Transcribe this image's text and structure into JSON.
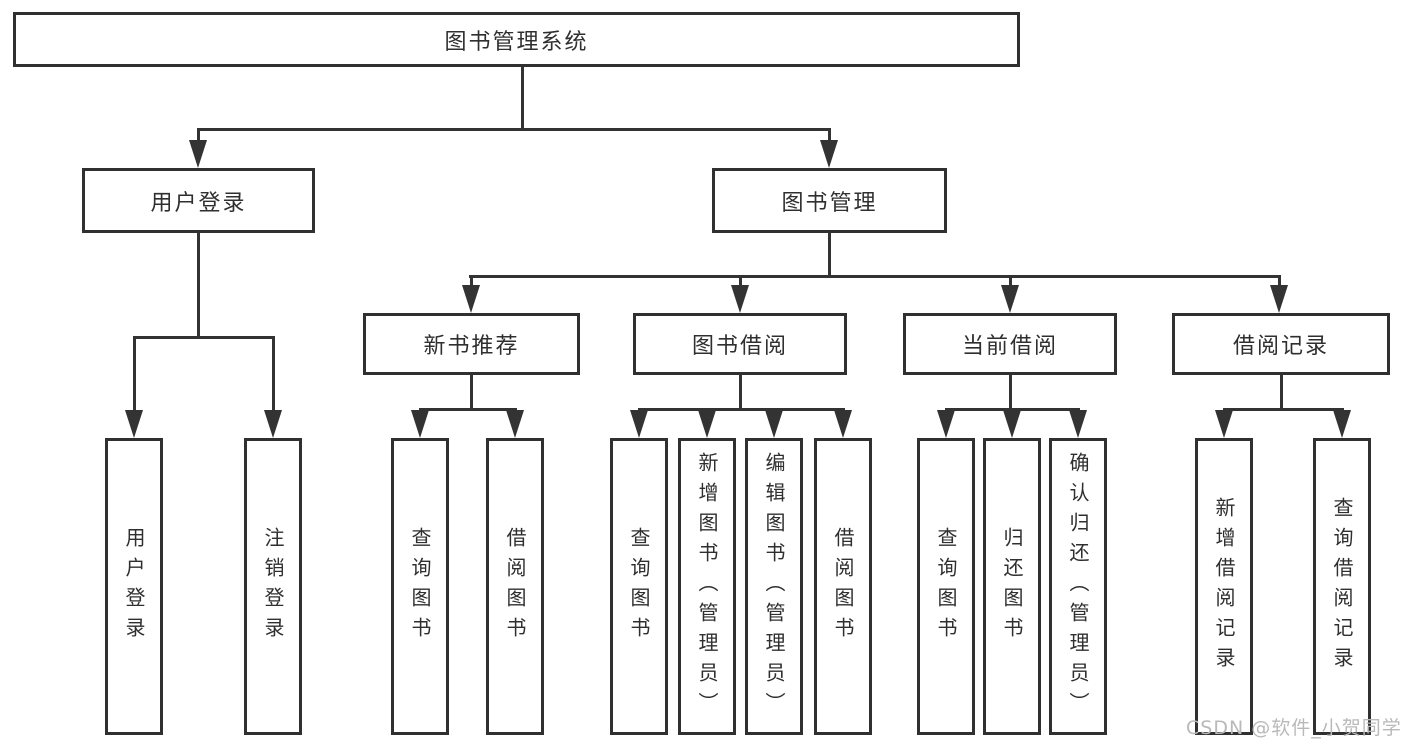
{
  "diagram_type": "hierarchy-tree",
  "colors": {
    "line": "#333333",
    "box_border": "#303030",
    "box_bg": "#ffffff",
    "text": "#2f2f2f",
    "watermark": "#b9b9b9"
  },
  "watermark": {
    "text": "CSDN @软件_小贺同学"
  },
  "tree": {
    "root": {
      "label": "图书管理系统",
      "children": [
        {
          "label": "用户登录",
          "children": [
            {
              "label": "用户登录"
            },
            {
              "label": "注销登录"
            }
          ]
        },
        {
          "label": "图书管理",
          "children": [
            {
              "label": "新书推荐",
              "children": [
                {
                  "label": "查询图书"
                },
                {
                  "label": "借阅图书"
                }
              ]
            },
            {
              "label": "图书借阅",
              "children": [
                {
                  "label": "查询图书"
                },
                {
                  "label": "新增图书（管理员）"
                },
                {
                  "label": "编辑图书（管理员）"
                },
                {
                  "label": "借阅图书"
                }
              ]
            },
            {
              "label": "当前借阅",
              "children": [
                {
                  "label": "查询图书"
                },
                {
                  "label": "归还图书"
                },
                {
                  "label": "确认归还（管理员）"
                }
              ]
            },
            {
              "label": "借阅记录",
              "children": [
                {
                  "label": "新增借阅记录"
                },
                {
                  "label": "查询借阅记录"
                }
              ]
            }
          ]
        }
      ]
    }
  }
}
